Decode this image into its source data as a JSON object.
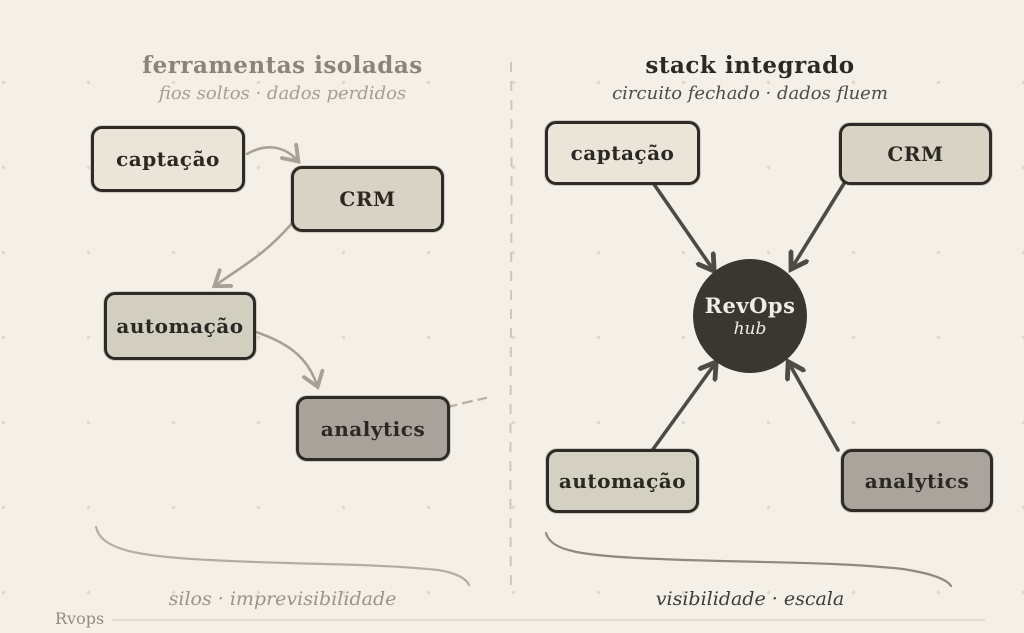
{
  "canvas": {
    "background": "#f5f0e7",
    "dot_grid_color": "#ddd8cd",
    "divider_color": "#ccc7bc"
  },
  "left_panel": {
    "title": "ferramentas isoladas",
    "subtitle": "fios soltos · dados perdidos",
    "caption": "silos · imprevisibilidade",
    "arrow_color": "#a8a296",
    "nodes": [
      {
        "id": "captacao",
        "label": "captação",
        "fill": "#eae5d8"
      },
      {
        "id": "crm",
        "label": "CRM",
        "fill": "#d8d3c4"
      },
      {
        "id": "automacao",
        "label": "automação",
        "fill": "#d3cfc0"
      },
      {
        "id": "analytics",
        "label": "analytics",
        "fill": "#a9a29a"
      }
    ],
    "edges": [
      {
        "from": "captacao",
        "to": "crm",
        "style": "curved"
      },
      {
        "from": "crm",
        "to": "automacao",
        "style": "curved"
      },
      {
        "from": "automacao",
        "to": "analytics",
        "style": "curved"
      },
      {
        "from": "analytics",
        "to": "nowhere",
        "style": "dashed-loose-wire"
      }
    ]
  },
  "right_panel": {
    "title": "stack integrado",
    "subtitle": "circuito fechado · dados fluem",
    "caption": "visibilidade · escala",
    "arrow_color": "#4e4a44",
    "hub": {
      "title": "RevOps",
      "subtitle": "hub",
      "fill": "#3a3732",
      "text_color": "#f2ede2"
    },
    "nodes": [
      {
        "id": "captacao",
        "label": "captação",
        "fill": "#eae5d8"
      },
      {
        "id": "crm",
        "label": "CRM",
        "fill": "#d8d3c4"
      },
      {
        "id": "automacao",
        "label": "automação",
        "fill": "#d5d1c2"
      },
      {
        "id": "analytics",
        "label": "analytics",
        "fill": "#aba49c"
      }
    ],
    "edges": [
      {
        "from": "captacao",
        "to": "hub"
      },
      {
        "from": "crm",
        "to": "hub"
      },
      {
        "from": "automacao",
        "to": "hub"
      },
      {
        "from": "analytics",
        "to": "hub"
      }
    ]
  },
  "footer": {
    "brand": "Rvops"
  }
}
